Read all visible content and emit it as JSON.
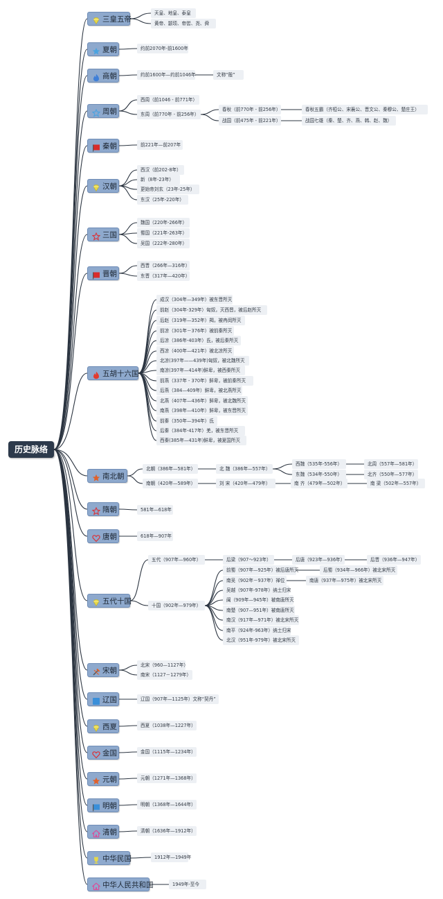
{
  "root": {
    "label": "历史脉络"
  },
  "dynasties": [
    {
      "id": "d1",
      "label": "三皇五帝",
      "icon": "gem-icon",
      "color": "#e6d84a",
      "children": [
        {
          "id": "d1a",
          "label": "天皇、地皇、泰皇"
        },
        {
          "id": "d1b",
          "label": "黄帝、颛顼、帝喾、尧、舜"
        }
      ]
    },
    {
      "id": "d2",
      "label": "夏朝",
      "icon": "star-icon",
      "color": "#4aa3e0",
      "children": [
        {
          "id": "d2a",
          "label": "约前2070年-前1600年"
        }
      ]
    },
    {
      "id": "d3",
      "label": "商朝",
      "icon": "flame-icon",
      "color": "#3f7fd8",
      "children": [
        {
          "id": "d3a",
          "label": "约前1600年—约前1046年",
          "children": [
            {
              "id": "d3a1",
              "label": "文称“殷”"
            }
          ]
        }
      ]
    },
    {
      "id": "d4",
      "label": "周朝",
      "icon": "star-outline-icon",
      "color": "#4aa3e0",
      "children": [
        {
          "id": "d4a",
          "label": "西周（前1046 - 前771年）"
        },
        {
          "id": "d4b",
          "label": "东周（前770年 - 前256年）",
          "children": [
            {
              "id": "d4b1",
              "label": "春秋（前770年 - 前256年）",
              "children": [
                {
                  "id": "d4b1a",
                  "label": "春秋五霸（齐桓公、宋襄公、晋文公、秦穆公、楚庄王）"
                }
              ]
            },
            {
              "id": "d4b2",
              "label": "战国（前475年 - 前221年）",
              "children": [
                {
                  "id": "d4b2a",
                  "label": "战国七雄（秦、楚、齐、燕、韩、赵、魏）"
                }
              ]
            }
          ]
        }
      ]
    },
    {
      "id": "d5",
      "label": "秦朝",
      "icon": "flag-icon",
      "color": "#d92b2b",
      "children": [
        {
          "id": "d5a",
          "label": "前221年—前207年"
        }
      ]
    },
    {
      "id": "d6",
      "label": "汉朝",
      "icon": "gem-icon",
      "color": "#e6d84a",
      "children": [
        {
          "id": "d6a",
          "label": "西汉（前202-8年）"
        },
        {
          "id": "d6b",
          "label": "新（8年-23年）"
        },
        {
          "id": "d6c",
          "label": "更始帝刘玄（23年-25年）"
        },
        {
          "id": "d6d",
          "label": "东汉（25年-220年）"
        }
      ]
    },
    {
      "id": "d7",
      "label": "三国",
      "icon": "star-outline-icon",
      "color": "#d9343a",
      "children": [
        {
          "id": "d7a",
          "label": "魏国（220年-266年）"
        },
        {
          "id": "d7b",
          "label": "蜀国（221年-263年）"
        },
        {
          "id": "d7c",
          "label": "吴国（222年-280年）"
        }
      ]
    },
    {
      "id": "d8",
      "label": "晋朝",
      "icon": "flag-icon",
      "color": "#d92b2b",
      "children": [
        {
          "id": "d8a",
          "label": "西晋（266年—316年）"
        },
        {
          "id": "d8b",
          "label": "东晋（317年—420年）"
        }
      ]
    },
    {
      "id": "d9",
      "label": "五胡十六国",
      "icon": "flame-icon",
      "color": "#e23b2e",
      "children": [
        {
          "id": "d9a",
          "label": "成汉（304年—349年）被东晋所灭"
        },
        {
          "id": "d9b",
          "label": "前赵（304年-329年）匈奴，灭西晋，被后赵所灭"
        },
        {
          "id": "d9c",
          "label": "后赵（319年—352年）羯，被冉闵所灭"
        },
        {
          "id": "d9d",
          "label": "前凉（301年－376年）被前秦所灭"
        },
        {
          "id": "d9e",
          "label": "后凉（386年-403年）氐，被后秦所灭"
        },
        {
          "id": "d9f",
          "label": "西凉（400年—421年）被北凉所灭"
        },
        {
          "id": "d9g",
          "label": "北凉(397年——439年)匈奴，被北魏所灭"
        },
        {
          "id": "d9h",
          "label": "南凉(397年—414年)鲜卑，被西秦所灭"
        },
        {
          "id": "d9i",
          "label": "前燕（337年 - 370年）鲜卑，被前秦所灭"
        },
        {
          "id": "d9j",
          "label": "后燕（384—409年）鲜卑，被北燕所灭"
        },
        {
          "id": "d9k",
          "label": "北燕（407年—436年）鲜卑，被北魏所灭"
        },
        {
          "id": "d9l",
          "label": "南燕（398年—410年）鲜卑，被东晋所灭"
        },
        {
          "id": "d9m",
          "label": "前秦（350年—394年）氐"
        },
        {
          "id": "d9n",
          "label": "后秦（384年-417年）羌，被东晋所灭"
        },
        {
          "id": "d9o",
          "label": "西秦(385年—431年)鲜卑，被夏国所灭"
        }
      ]
    },
    {
      "id": "d10",
      "label": "南北朝",
      "icon": "star-icon",
      "color": "#e0612b",
      "children": [
        {
          "id": "d10a",
          "label": "北朝（386年—581年）",
          "children": [
            {
              "id": "d10a1",
              "label": "北 魏（386年—557年）",
              "children": [
                {
                  "id": "d10a1a",
                  "label": "西魏（535年-556年）",
                  "children": [
                    {
                      "id": "d10a1a1",
                      "label": "北周（557年—581年）"
                    }
                  ]
                },
                {
                  "id": "d10a1b",
                  "label": "东魏（534年-550年）",
                  "children": [
                    {
                      "id": "d10a1b1",
                      "label": "北齐（550年—577年）"
                    }
                  ]
                }
              ]
            }
          ]
        },
        {
          "id": "d10b",
          "label": "南朝（420年—589年）",
          "children": [
            {
              "id": "d10b1",
              "label": "刘 宋（420年—479年）",
              "children": [
                {
                  "id": "d10b1a",
                  "label": "南 齐（479年—502年）",
                  "children": [
                    {
                      "id": "d10b1a1",
                      "label": "南 梁（502年—557年）"
                    }
                  ]
                }
              ]
            }
          ]
        }
      ]
    },
    {
      "id": "d11",
      "label": "隋朝",
      "icon": "star-outline-icon",
      "color": "#d9343a",
      "children": [
        {
          "id": "d11a",
          "label": "581年—618年"
        }
      ]
    },
    {
      "id": "d12",
      "label": "唐朝",
      "icon": "heart-outline-icon",
      "color": "#d9343a",
      "children": [
        {
          "id": "d12a",
          "label": "618年—907年"
        }
      ]
    },
    {
      "id": "d13",
      "label": "五代十国",
      "icon": "gem-icon",
      "color": "#e6d84a",
      "children": [
        {
          "id": "d13a",
          "label": "五代（907年—960年）",
          "children": [
            {
              "id": "d13a1",
              "label": "后梁（907～923年）",
              "children": [
                {
                  "id": "d13a1a",
                  "label": "后唐（923年—936年）",
                  "children": [
                    {
                      "id": "d13a1a1",
                      "label": "后晋（936年—947年）"
                    }
                  ]
                }
              ]
            }
          ]
        },
        {
          "id": "d13b",
          "label": "十国（902年—979年）",
          "children": [
            {
              "id": "d13b1",
              "label": "前蜀（907年—925年）被后唐所灭",
              "children": [
                {
                  "id": "d13b1a",
                  "label": "后蜀（934年—966年）被北宋所灭"
                }
              ]
            },
            {
              "id": "d13b2",
              "label": "南吴（902年－937年）禅位",
              "children": [
                {
                  "id": "d13b2a",
                  "label": "南唐（937年—975年）被北宋所灭"
                }
              ]
            },
            {
              "id": "d13b3",
              "label": "吴越（907年-978年）纳土归宋"
            },
            {
              "id": "d13b4",
              "label": "闽（909年—945年）被南唐所灭"
            },
            {
              "id": "d13b5",
              "label": "南楚（907—951年）被南唐所灭"
            },
            {
              "id": "d13b6",
              "label": "南汉（917年—971年）被北宋所灭"
            },
            {
              "id": "d13b7",
              "label": "南平（924年-963年）纳土归宋"
            },
            {
              "id": "d13b8",
              "label": "北汉（951年-979年）被北宋所灭"
            }
          ]
        }
      ]
    },
    {
      "id": "d14",
      "label": "宋朝",
      "icon": "tools-icon",
      "color": "#e0612b",
      "children": [
        {
          "id": "d14a",
          "label": "北宋（960—1127年）"
        },
        {
          "id": "d14b",
          "label": "南宋（1127－1279年）"
        }
      ]
    },
    {
      "id": "d15",
      "label": "辽国",
      "icon": "square-icon",
      "color": "#3a8fd9",
      "children": [
        {
          "id": "d15a",
          "label": "辽国（907年—1125年）文称“契丹”"
        }
      ]
    },
    {
      "id": "d16",
      "label": "西夏",
      "icon": "gem-icon",
      "color": "#e6d84a",
      "children": [
        {
          "id": "d16a",
          "label": "西夏（1038年—1227年）"
        }
      ]
    },
    {
      "id": "d17",
      "label": "金国",
      "icon": "heart-outline-icon",
      "color": "#d9343a",
      "children": [
        {
          "id": "d17a",
          "label": "金国（1115年—1234年）"
        }
      ]
    },
    {
      "id": "d18",
      "label": "元朝",
      "icon": "star-icon",
      "color": "#e0612b",
      "children": [
        {
          "id": "d18a",
          "label": "元朝（1271年—1368年）"
        }
      ]
    },
    {
      "id": "d19",
      "label": "明朝",
      "icon": "flag-icon",
      "color": "#3a8fd9",
      "children": [
        {
          "id": "d19a",
          "label": "明朝（1368年—1644年）"
        }
      ]
    },
    {
      "id": "d20",
      "label": "清朝",
      "icon": "house-icon",
      "color": "#d94f9a",
      "children": [
        {
          "id": "d20a",
          "label": "清朝（1636年—1912年）"
        }
      ]
    },
    {
      "id": "d21",
      "label": "中华民国",
      "icon": "trophy-icon",
      "color": "#e6d84a",
      "children": [
        {
          "id": "d21a",
          "label": "1912年—1949年"
        }
      ]
    },
    {
      "id": "d22",
      "label": "中华人民共和国",
      "icon": "house-icon",
      "color": "#d94f9a",
      "children": [
        {
          "id": "d22a",
          "label": "1949年-至今"
        }
      ]
    }
  ]
}
